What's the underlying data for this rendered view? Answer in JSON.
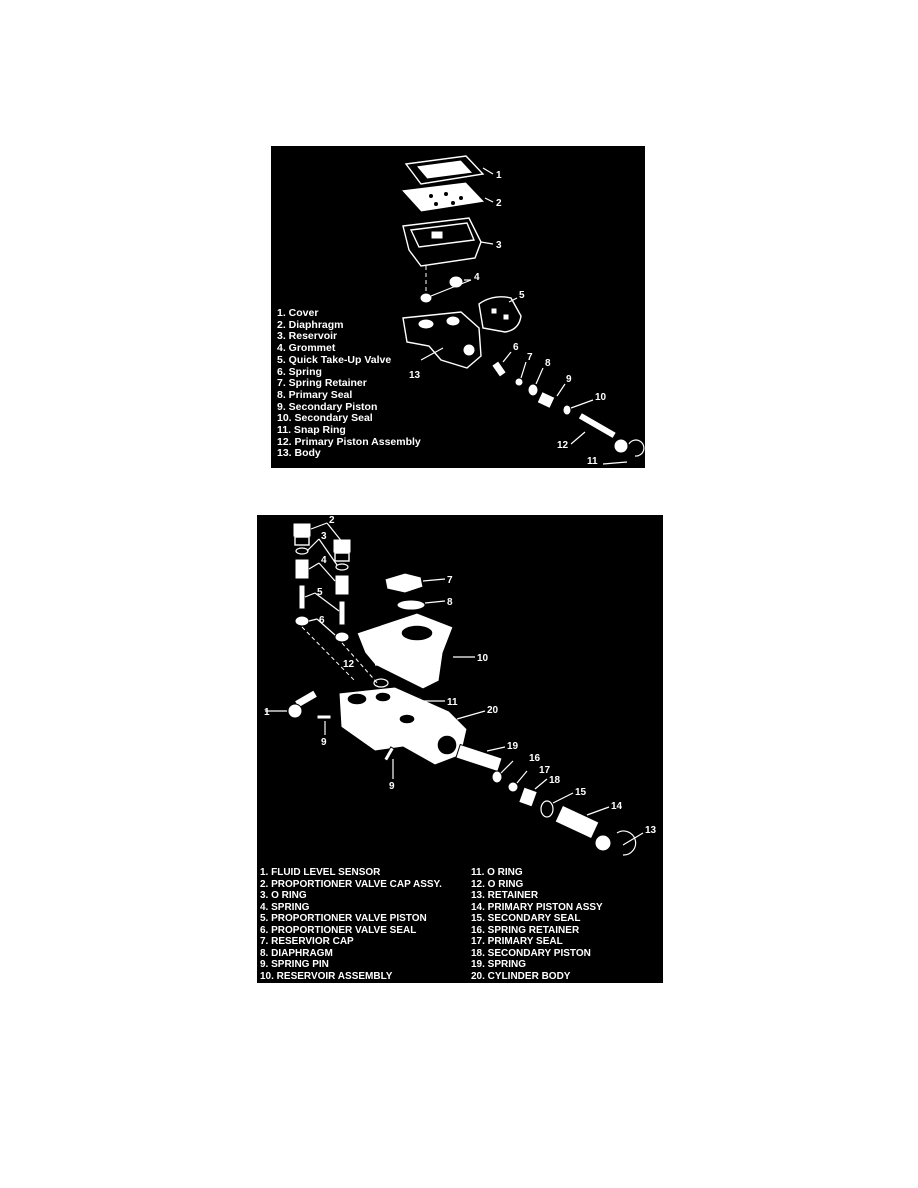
{
  "figures": [
    {
      "callouts": [
        "1",
        "2",
        "3",
        "4",
        "5",
        "6",
        "7",
        "8",
        "9",
        "10",
        "11",
        "12",
        "13"
      ],
      "legend": [
        "1. Cover",
        "2. Diaphragm",
        "3. Reservoir",
        "4. Grommet",
        "5. Quick Take-Up Valve",
        "6. Spring",
        "7. Spring Retainer",
        "8. Primary Seal",
        "9. Secondary Piston",
        "10. Secondary Seal",
        "11. Snap Ring",
        "12. Primary Piston Assembly",
        "13. Body"
      ]
    },
    {
      "callouts": [
        "1",
        "2",
        "3",
        "4",
        "5",
        "6",
        "7",
        "8",
        "9",
        "9",
        "10",
        "11",
        "12",
        "13",
        "14",
        "15",
        "16",
        "17",
        "18",
        "19",
        "20"
      ],
      "legend_left": [
        "1. FLUID LEVEL SENSOR",
        "2. PROPORTIONER VALVE CAP ASSY.",
        "3. O RING",
        "4. SPRING",
        "5. PROPORTIONER VALVE PISTON",
        "6. PROPORTIONER VALVE SEAL",
        "7. RESERVIOR CAP",
        "8. DIAPHRAGM",
        "9. SPRING PIN",
        "10. RESERVOIR ASSEMBLY"
      ],
      "legend_right": [
        "11. O RING",
        "12. O RING",
        "13. RETAINER",
        "14. PRIMARY PISTON ASSY",
        "15. SECONDARY SEAL",
        "16. SPRING RETAINER",
        "17. PRIMARY SEAL",
        "18. SECONDARY PISTON",
        "19. SPRING",
        "20. CYLINDER BODY"
      ]
    }
  ],
  "colors": {
    "panel_background": "#000000",
    "ink": "#ffffff",
    "page": "#ffffff"
  }
}
